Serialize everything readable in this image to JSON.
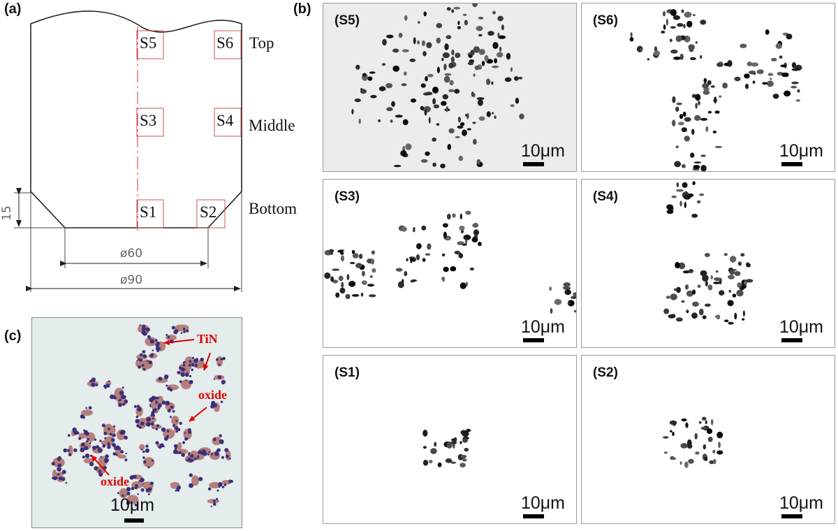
{
  "panels": {
    "a": "(a)",
    "b": "(b)",
    "c": "(c)"
  },
  "schematic": {
    "positions": [
      "Top",
      "Middle",
      "Bottom"
    ],
    "samples": [
      "S5",
      "S6",
      "S3",
      "S4",
      "S1",
      "S2"
    ],
    "dims": {
      "height": "15",
      "inner_diameter": "ø60",
      "outer_diameter": "ø90"
    }
  },
  "micrographs": [
    {
      "label": "(S5)",
      "scale": "10μm",
      "tone": "#ececec"
    },
    {
      "label": "(S6)",
      "scale": "10μm",
      "tone": "#ffffff"
    },
    {
      "label": "(S3)",
      "scale": "10μm",
      "tone": "#ffffff"
    },
    {
      "label": "(S4)",
      "scale": "10μm",
      "tone": "#ffffff"
    },
    {
      "label": "(S1)",
      "scale": "10μm",
      "tone": "#ffffff"
    },
    {
      "label": "(S2)",
      "scale": "10μm",
      "tone": "#ffffff"
    }
  ],
  "optical": {
    "labels": {
      "tin": "TiN",
      "oxide_right": "oxide",
      "oxide_left": "oxide"
    },
    "scale": "10μm",
    "colors": {
      "tin_particle": "#b67f7a",
      "oxide_particle": "#3a2f7a",
      "matrix": "#e4ecec",
      "annotation": "#e00000"
    }
  }
}
